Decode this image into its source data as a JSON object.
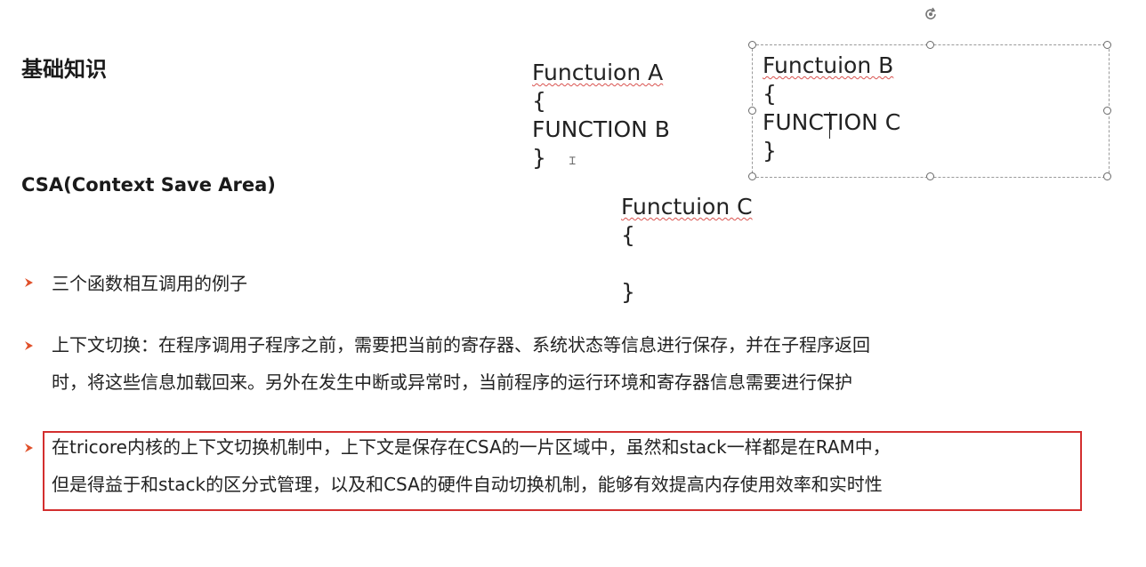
{
  "slide": {
    "title": "基础知识",
    "subtitle": "CSA(Context Save Area)"
  },
  "code_a": {
    "header": "Functuion A",
    "open": "{",
    "call": "FUNCTION B",
    "close": "}"
  },
  "code_b": {
    "header": "Functuion B",
    "open": "{",
    "call": "FUNCTION C",
    "close": "}"
  },
  "code_c": {
    "header": "Functuion C",
    "open": "{",
    "close": "}"
  },
  "bullets": [
    {
      "line1": "三个函数相互调用的例子"
    },
    {
      "line1": "上下文切换：在程序调用子程序之前，需要把当前的寄存器、系统状态等信息进行保存，并在子程序返回",
      "line2": "时，将这些信息加载回来。另外在发生中断或异常时，当前程序的运行环境和寄存器信息需要进行保护"
    },
    {
      "line1": "在tricore内核的上下文切换机制中，上下文是保存在CSA的一片区域中，虽然和stack一样都是在RAM中，",
      "line2": "但是得益于和stack的区分式管理，以及和CSA的硬件自动切换机制，能够有效提高内存使用效率和实时性"
    }
  ],
  "colors": {
    "highlight_border": "#d32f2f",
    "bullet": "#e0502a",
    "spellcheck": "#d9534f"
  },
  "icons": {
    "bullet": "arrow-bullet-icon",
    "rotate": "rotate-handle-icon",
    "cursor": "ibeam-cursor-icon"
  }
}
